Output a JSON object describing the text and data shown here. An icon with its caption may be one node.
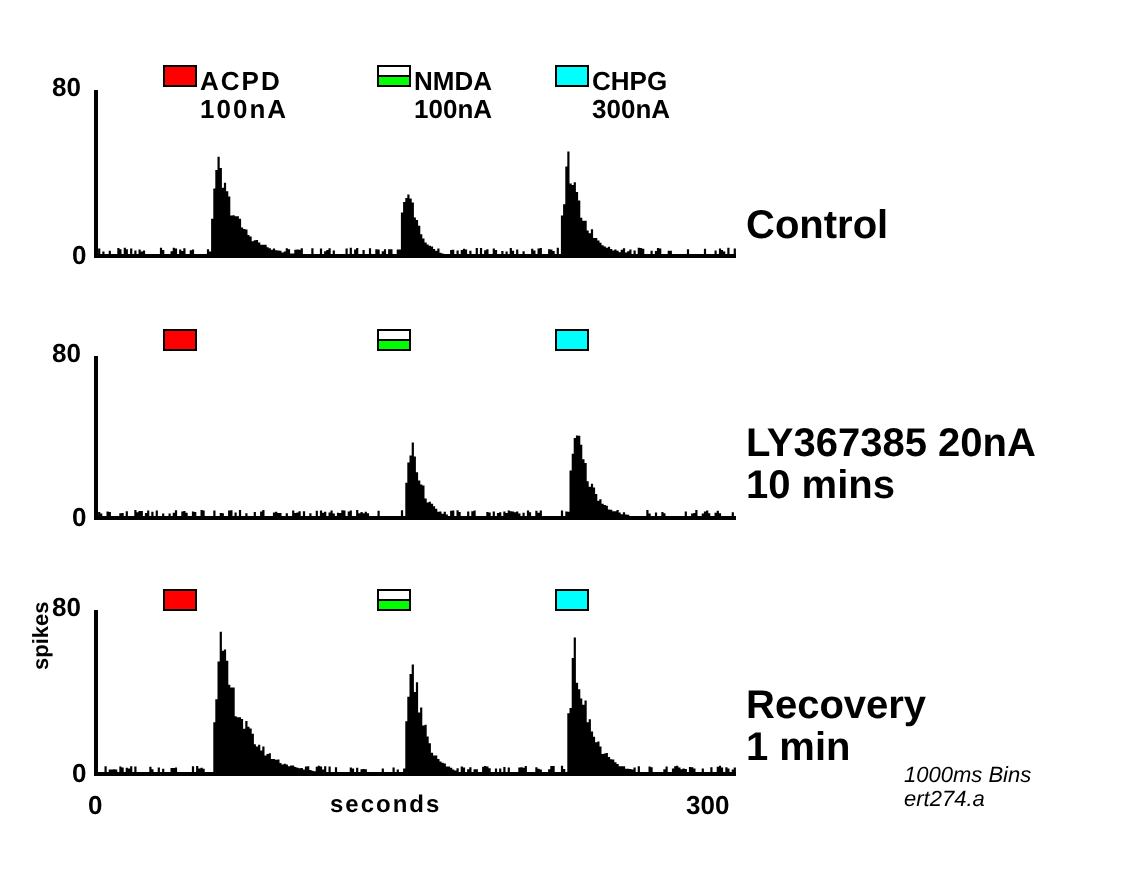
{
  "diagram": {
    "labels": [
      "80",
      "0",
      "Control",
      "80",
      "0",
      "LY367385 20nA 10 mins",
      "80",
      "spikes",
      "0",
      "Recovery 1 min",
      "0",
      "seconds",
      "300",
      "1000ms Bins ert274.a"
    ],
    "legend": [
      {
        "text": "ACPD 100nA",
        "color": "#ff0000"
      },
      {
        "text": "NMDA 100nA",
        "color": "#00ff00"
      },
      {
        "text": "CHPG 300nA",
        "color": "#00ffff"
      }
    ]
  }
}
